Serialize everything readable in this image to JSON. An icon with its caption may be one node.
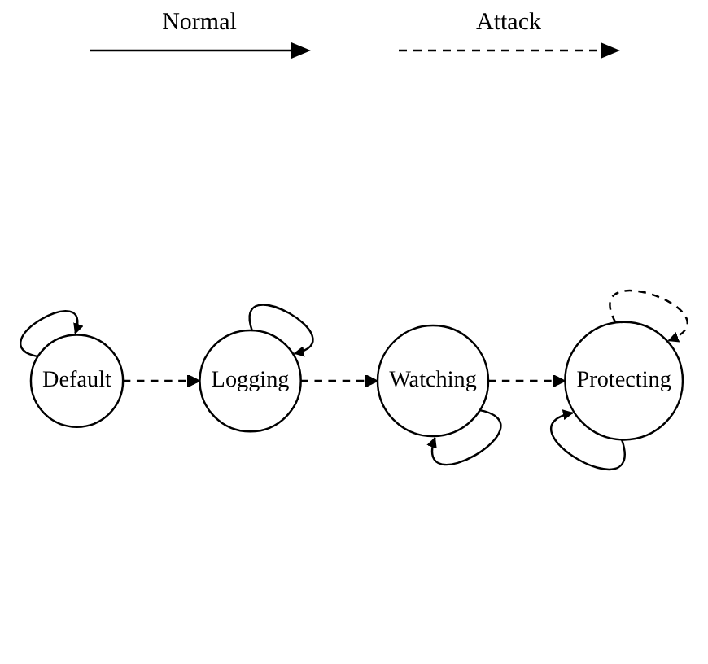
{
  "diagram": {
    "nodes": [
      {
        "text": [
          "Default"
        ]
      },
      {
        "text": [
          "Logging"
        ]
      },
      {
        "text": [
          "Watching"
        ]
      },
      {
        "text": [
          "Protecting"
        ]
      }
    ],
    "edges": [
      {
        "from": 0,
        "to": 0,
        "arrow": "to"
      },
      {
        "from": 0,
        "to": 1,
        "arrow": "to",
        "style": "dashed"
      },
      {
        "from": 1,
        "to": 1,
        "arrow": "to"
      },
      {
        "from": 1,
        "to": 2,
        "arrow": "to",
        "style": "dashed"
      },
      {
        "from": 2,
        "to": 2,
        "arrow": "to"
      },
      {
        "from": 2,
        "to": 3,
        "arrow": "to",
        "style": "dashed"
      },
      {
        "from": 3,
        "to": 3,
        "arrow": "to"
      },
      {
        "from": 3,
        "to": 3,
        "arrow": "to",
        "style": "dashed"
      }
    ],
    "legend": [
      {
        "text": "Normal"
      },
      {
        "text": "Attack"
      }
    ]
  }
}
